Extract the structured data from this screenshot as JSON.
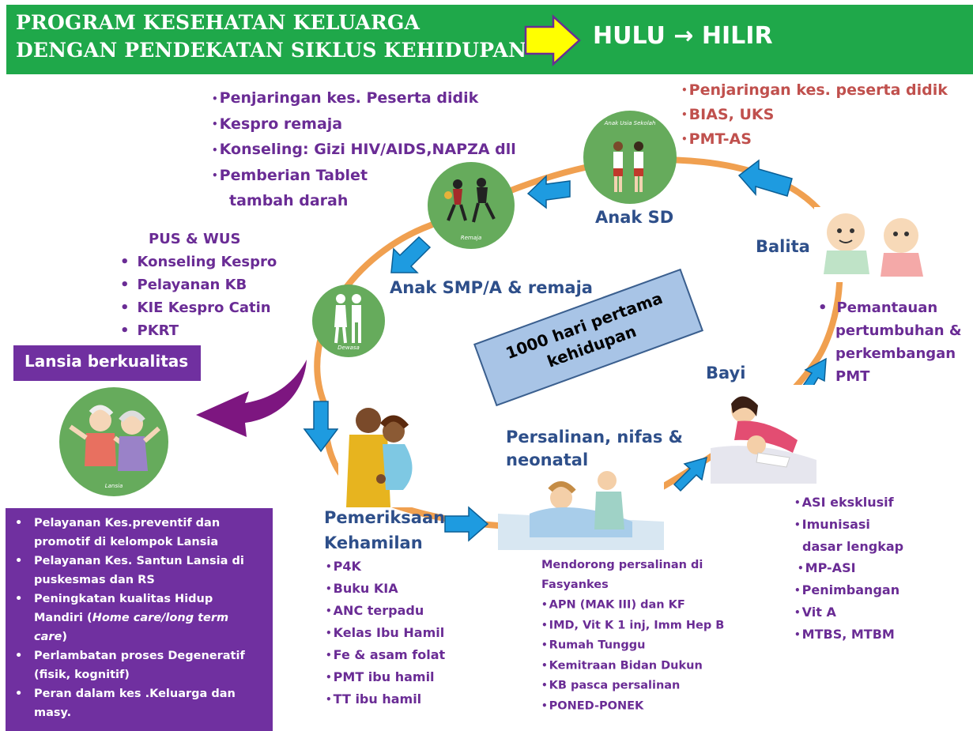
{
  "header": {
    "line1": "PROGRAM KESEHATAN  KELUARGA",
    "line2": "DENGAN PENDEKATAN SIKLUS  KEHIDUPAN",
    "hulu": "HULU → HILIR"
  },
  "remaja_services": [
    "Penjaringan kes. Peserta didik",
    "Kespro remaja",
    "Konseling: Gizi HIV/AIDS,NAPZA dll",
    "Pemberian  Tablet",
    "tambah darah"
  ],
  "sd_services": [
    "Penjaringan kes. peserta didik",
    "BIAS, UKS",
    "PMT-AS"
  ],
  "pus": {
    "title": "PUS & WUS",
    "items": [
      "Konseling Kespro",
      "Pelayanan KB",
      "KIE Kespro Catin",
      "PKRT"
    ]
  },
  "lansia": {
    "title": "Lansia  berkualitas",
    "circle_caption": "Lansia",
    "items": [
      [
        "Pelayanan Kes.preventif dan",
        "promotif di kelompok Lansia"
      ],
      [
        "Pelayanan Kes. Santun Lansia di",
        "puskesmas dan RS"
      ],
      [
        "Peningkatan  kualitas Hidup",
        "Mandiri ("
      ],
      [
        "Perlambatan proses Degeneratif",
        "(fisik, kognitif)"
      ],
      [
        "Peran dalam kes .Keluarga  dan",
        "masy."
      ]
    ],
    "italic_part1": "Home care/long term",
    "italic_part2": "care",
    "close_paren": ")"
  },
  "stages": {
    "anak_sd": "Anak SD",
    "anak_sd_caption": "Anak Usia Sekolah",
    "remaja": "Anak SMP/A & remaja",
    "remaja_caption": "Remaja",
    "dewasa_caption": "Dewasa",
    "balita": "Balita",
    "bayi": "Bayi",
    "persalinan_line1": "Persalinan, nifas &",
    "persalinan_line2": "neonatal",
    "kehamilan_line1": "Pemeriksaan",
    "kehamilan_line2": "Kehamilan"
  },
  "center_box": {
    "line1": "1000 hari pertama",
    "line2": "kehidupan"
  },
  "balita_services": [
    "Pemantauan",
    "pertumbuhan &",
    "perkembangan",
    "PMT"
  ],
  "bayi_services": [
    "ASI eksklusif",
    "Imunisasi",
    "dasar lengkap",
    "MP-ASI",
    "Penimbangan",
    "Vit A",
    "MTBS, MTBM"
  ],
  "kehamilan_services": [
    "P4K",
    "Buku KIA",
    "ANC terpadu",
    "Kelas Ibu Hamil",
    "Fe & asam  folat",
    "PMT ibu hamil",
    "TT ibu hamil"
  ],
  "persalinan_services": {
    "intro1": "Mendorong persalinan di",
    "intro2": "Fasyankes",
    "items": [
      "APN (MAK III) dan KF",
      "IMD, Vit K 1 inj, Imm Hep B",
      "Rumah Tunggu",
      "Kemitraan Bidan Dukun",
      "KB pasca persalinan",
      "PONED-PONEK"
    ]
  },
  "colors": {
    "banner": "#1fa84a",
    "purple": "#6a2c95",
    "orange_ring": "#f0a050",
    "arrow_blue": "#1e9be0",
    "center_box": "#a8c4e6"
  }
}
